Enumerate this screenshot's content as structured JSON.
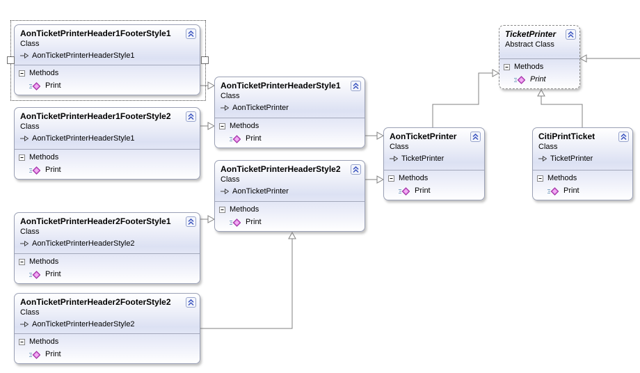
{
  "diagram": {
    "editor": "class-diagram-surface",
    "colors": {
      "box_border": "#9aa0b5",
      "box_gradient_mid": "#dce1f3",
      "connector": "#808080",
      "method_icon": "#cf4fd1",
      "chevron_icon": "#3c55c0",
      "selection_outline": "#3c3c3c"
    }
  },
  "labels": {
    "methods": "Methods"
  },
  "classes": [
    {
      "name": "AonTicketPrinterHeader1FooterStyle1",
      "kind": "Class",
      "base": "AonTicketPrinterHeaderStyle1",
      "methods": [
        "Print"
      ],
      "selected": true
    },
    {
      "name": "AonTicketPrinterHeader1FooterStyle2",
      "kind": "Class",
      "base": "AonTicketPrinterHeaderStyle1",
      "methods": [
        "Print"
      ]
    },
    {
      "name": "AonTicketPrinterHeader2FooterStyle1",
      "kind": "Class",
      "base": "AonTicketPrinterHeaderStyle2",
      "methods": [
        "Print"
      ]
    },
    {
      "name": "AonTicketPrinterHeader2FooterStyle2",
      "kind": "Class",
      "base": "AonTicketPrinterHeaderStyle2",
      "methods": [
        "Print"
      ]
    },
    {
      "name": "AonTicketPrinterHeaderStyle1",
      "kind": "Class",
      "base": "AonTicketPrinter",
      "methods": [
        "Print"
      ]
    },
    {
      "name": "AonTicketPrinterHeaderStyle2",
      "kind": "Class",
      "base": "AonTicketPrinter",
      "methods": [
        "Print"
      ]
    },
    {
      "name": "AonTicketPrinter",
      "kind": "Class",
      "base": "TicketPrinter",
      "methods": [
        "Print"
      ]
    },
    {
      "name": "CitiPrintTicket",
      "kind": "Class",
      "base": "TicketPrinter",
      "methods": [
        "Print"
      ]
    },
    {
      "name": "TicketPrinter",
      "kind": "Abstract Class",
      "base": null,
      "methods": [
        "Print"
      ],
      "abstract": true
    }
  ],
  "inheritance_connectors": [
    {
      "derived": "AonTicketPrinterHeader1FooterStyle1",
      "base": "AonTicketPrinterHeaderStyle1"
    },
    {
      "derived": "AonTicketPrinterHeader1FooterStyle2",
      "base": "AonTicketPrinterHeaderStyle1"
    },
    {
      "derived": "AonTicketPrinterHeader2FooterStyle1",
      "base": "AonTicketPrinterHeaderStyle2"
    },
    {
      "derived": "AonTicketPrinterHeader2FooterStyle2",
      "base": "AonTicketPrinterHeaderStyle2"
    },
    {
      "derived": "AonTicketPrinterHeaderStyle1",
      "base": "AonTicketPrinter"
    },
    {
      "derived": "AonTicketPrinterHeaderStyle2",
      "base": "AonTicketPrinter"
    },
    {
      "derived": "AonTicketPrinter",
      "base": "TicketPrinter"
    },
    {
      "derived": "CitiPrintTicket",
      "base": "TicketPrinter"
    },
    {
      "derived": null,
      "base": "TicketPrinter",
      "note": "connector entering from right edge of view"
    }
  ]
}
